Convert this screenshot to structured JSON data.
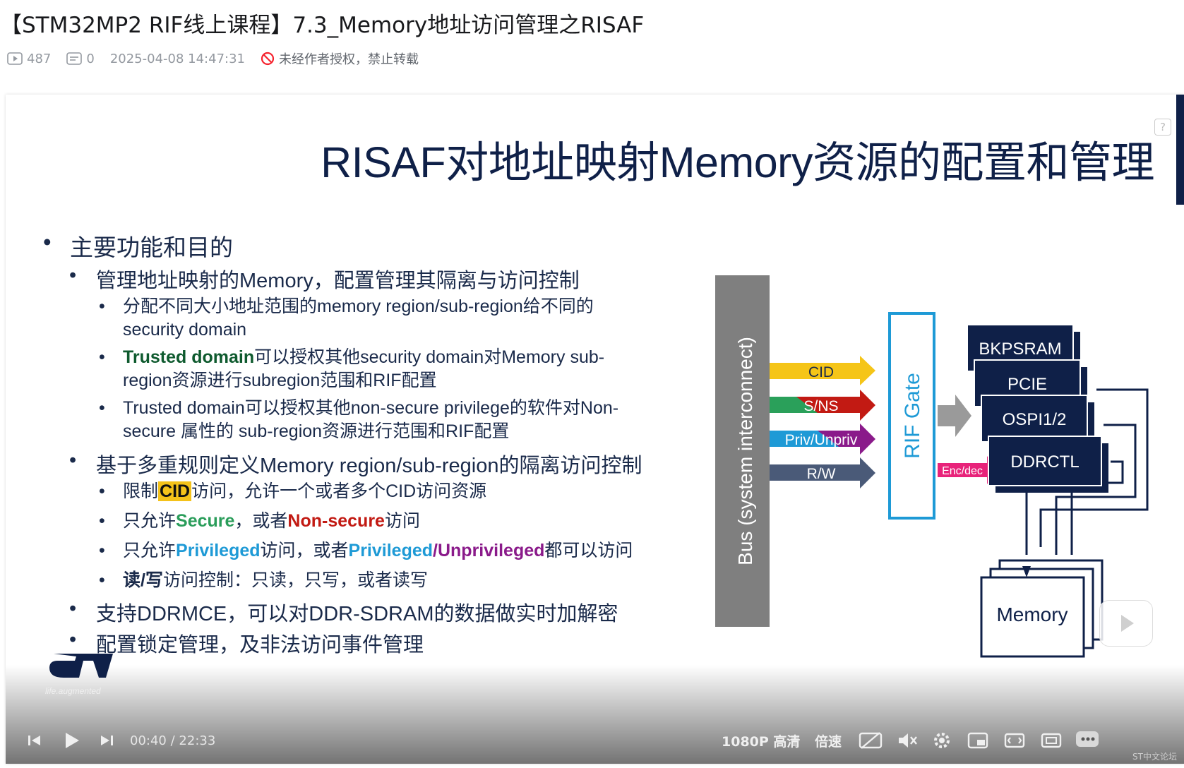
{
  "page": {
    "title": "【STM32MP2 RIF线上课程】7.3_Memory地址访问管理之RISAF",
    "views": "487",
    "comments": "0",
    "datetime": "2025-04-08 14:47:31",
    "copyright": "未经作者授权，禁止转载"
  },
  "slide": {
    "title": "RISAF对地址映射Memory资源的配置和管理",
    "bullets": {
      "b1": "主要功能和目的",
      "b1_1": "管理地址映射的Memory，配置管理其隔离与访问控制",
      "b1_1_1a": "分配不同大小地址范围的memory region/sub-region给不同的",
      "b1_1_1b": "security domain",
      "b1_1_2_hl": "Trusted domain",
      "b1_1_2a": "可以授权其他security domain对Memory sub-",
      "b1_1_2b": "region资源进行subregion范围和RIF配置",
      "b1_1_3a": "Trusted domain可以授权其他non-secure privilege的软件对Non-",
      "b1_1_3b": "secure 属性的 sub-region资源进行范围和RIF配置",
      "b1_2": "基于多重规则定义Memory region/sub-region的隔离访问控制",
      "b1_2_1_pre": "限制",
      "b1_2_1_hl": "CID",
      "b1_2_1_post": "访问，允许一个或者多个CID访问资源",
      "b1_2_2_pre": "只允许",
      "b1_2_2_sec": "Secure",
      "b1_2_2_mid": "，或者",
      "b1_2_2_nsec": "Non-secure",
      "b1_2_2_post": "访问",
      "b1_2_3_pre": "只允许",
      "b1_2_3_priv": "Privileged",
      "b1_2_3_mid": "访问，或者",
      "b1_2_3_priv2": "Privileged",
      "b1_2_3_slash": "/",
      "b1_2_3_unpriv": "Unprivileged",
      "b1_2_3_post": "都可以访问",
      "b1_2_4_bold": "读/写",
      "b1_2_4_post": "访问控制：只读，只写，或者读写",
      "b1_3": "支持DDRMCE，可以对DDR-SDRAM的数据做实时加解密",
      "b1_4": "配置锁定管理，及非法访问事件管理"
    },
    "diagram": {
      "bus_label": "Bus (system interconnect)",
      "signals": [
        "CID",
        "S/NS",
        "Priv/Unpriv",
        "R/W"
      ],
      "signal_colors": [
        "#f5c518",
        "#2aa05a",
        "#1e9ad6",
        "#4a5a78"
      ],
      "signal_tip_colors": [
        "#f5c518",
        "#c21a13",
        "#8a1a8a",
        "#4a5a78"
      ],
      "rif_gate": "RIF Gate",
      "encdec": "Enc/dec",
      "blocks": [
        "BKPSRAM",
        "PCIE",
        "OSPI1/2",
        "DDRCTL"
      ],
      "memory": "Memory"
    },
    "logo_tagline": "life.augmented"
  },
  "player": {
    "current_time": "00:40",
    "separator": "/",
    "duration": "22:33",
    "quality": "1080P 高清",
    "speed": "倍速",
    "forum": "ST中文论坛"
  }
}
